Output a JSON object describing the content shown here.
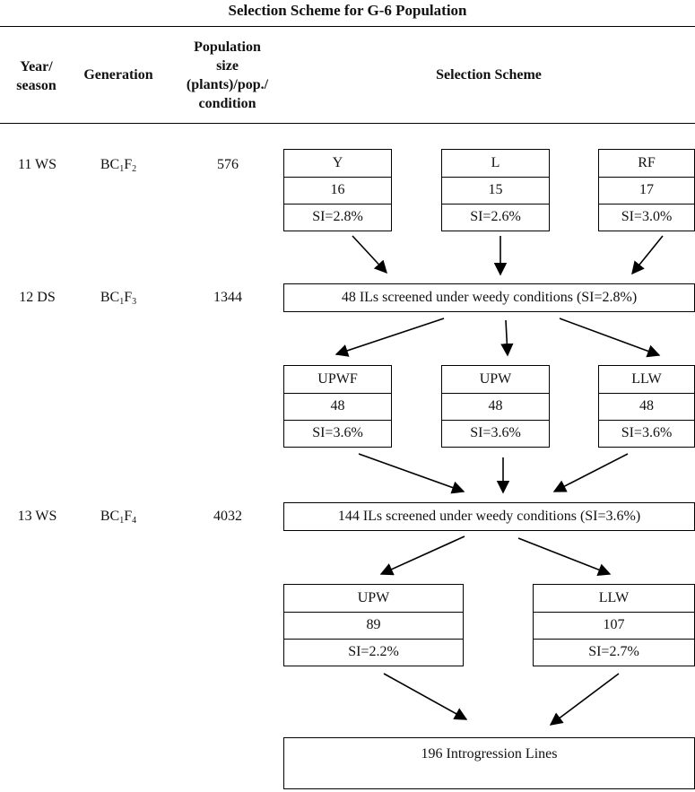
{
  "title": "Selection Scheme for G-6 Population",
  "headers": {
    "year_line1": "Year/",
    "year_line2": "season",
    "generation": "Generation",
    "pop_line1": "Population",
    "pop_line2": "size",
    "pop_line3": "(plants)/pop./",
    "pop_line4": "condition",
    "scheme": "Selection Scheme"
  },
  "rows": [
    {
      "year": "11 WS",
      "gen_prefix": "BC",
      "gen_sub1": "1",
      "gen_mid": "F",
      "gen_sub2": "2",
      "pop": "576"
    },
    {
      "year": "12 DS",
      "gen_prefix": "BC",
      "gen_sub1": "1",
      "gen_mid": "F",
      "gen_sub2": "3",
      "pop": "1344"
    },
    {
      "year": "13 WS",
      "gen_prefix": "BC",
      "gen_sub1": "1",
      "gen_mid": "F",
      "gen_sub2": "4",
      "pop": "4032"
    }
  ],
  "stage1": [
    {
      "name": "Y",
      "count": "16",
      "si": "SI=2.8%"
    },
    {
      "name": "L",
      "count": "15",
      "si": "SI=2.6%"
    },
    {
      "name": "RF",
      "count": "17",
      "si": "SI=3.0%"
    }
  ],
  "merge1": "48 ILs screened under weedy conditions (SI=2.8%)",
  "stage2": [
    {
      "name": "UPWF",
      "count": "48",
      "si": "SI=3.6%"
    },
    {
      "name": "UPW",
      "count": "48",
      "si": "SI=3.6%"
    },
    {
      "name": "LLW",
      "count": "48",
      "si": "SI=3.6%"
    }
  ],
  "merge2": "144 ILs  screened under weedy conditions (SI=3.6%)",
  "stage3": [
    {
      "name": "UPW",
      "count": "89",
      "si": "SI=2.2%"
    },
    {
      "name": "LLW",
      "count": "107",
      "si": "SI=2.7%"
    }
  ],
  "final": "196 Introgression Lines"
}
